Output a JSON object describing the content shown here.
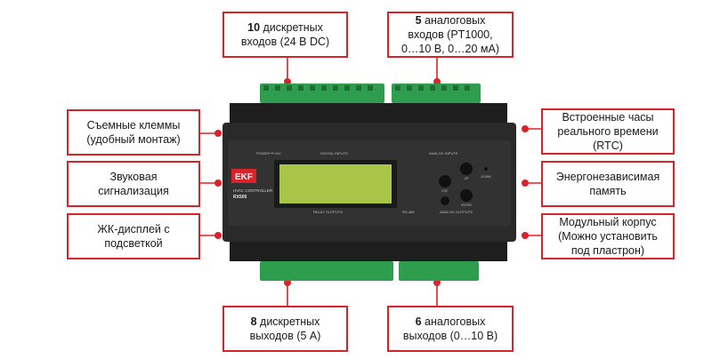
{
  "callouts": {
    "digital_inputs": {
      "count": "10",
      "line1_rest": " дискретных",
      "line2": "входов (24 В DC)"
    },
    "analog_inputs": {
      "count": "5",
      "line1_rest": " аналоговых",
      "line2": "входов (PT1000,",
      "line3": "0…10 В, 0…20 мА)"
    },
    "terminals": {
      "line1": "Съемные клеммы",
      "line2": "(удобный монтаж)"
    },
    "buzzer": {
      "line1": "Звуковая",
      "line2": "сигнализация"
    },
    "lcd": {
      "line1": "ЖК-дисплей с",
      "line2": "подсветкой"
    },
    "rtc": {
      "line1": "Встроенные часы",
      "line2": "реального времени",
      "line3": "(RTC)"
    },
    "memory": {
      "line1": "Энергонезависимая",
      "line2": "память"
    },
    "housing": {
      "line1": "Модульный корпус",
      "line2": "(Можно установить",
      "line3": "под пластрон)"
    },
    "digital_outputs": {
      "count": "8",
      "line1_rest": " дискретных",
      "line2": "выходов (5 А)"
    },
    "analog_outputs": {
      "count": "6",
      "line1_rest": " аналоговых",
      "line2": "выходов (0…10 В)"
    }
  },
  "device": {
    "brand": "EKF",
    "model_line1": "HVAC CONTROLLER",
    "model_line2": "RX500",
    "label_power": "POWER ⎓ 24V",
    "label_digital_inputs": "DIGITAL INPUTS",
    "label_analog_inputs": "ANALOG INPUTS",
    "label_relay_outputs": "RELAY OUTPUTS",
    "label_rs485": "RS-485",
    "label_analog_outputs": "ANALOG OUTPUTS",
    "btn_esc": "ESC",
    "btn_up": "UP",
    "btn_enter": "ENTER",
    "btn_down": "DOWN"
  },
  "colors": {
    "accent": "#d8232a",
    "terminal_green": "#2e9d4e",
    "housing": "#2a2a2a",
    "lcd": "#a9c446"
  }
}
